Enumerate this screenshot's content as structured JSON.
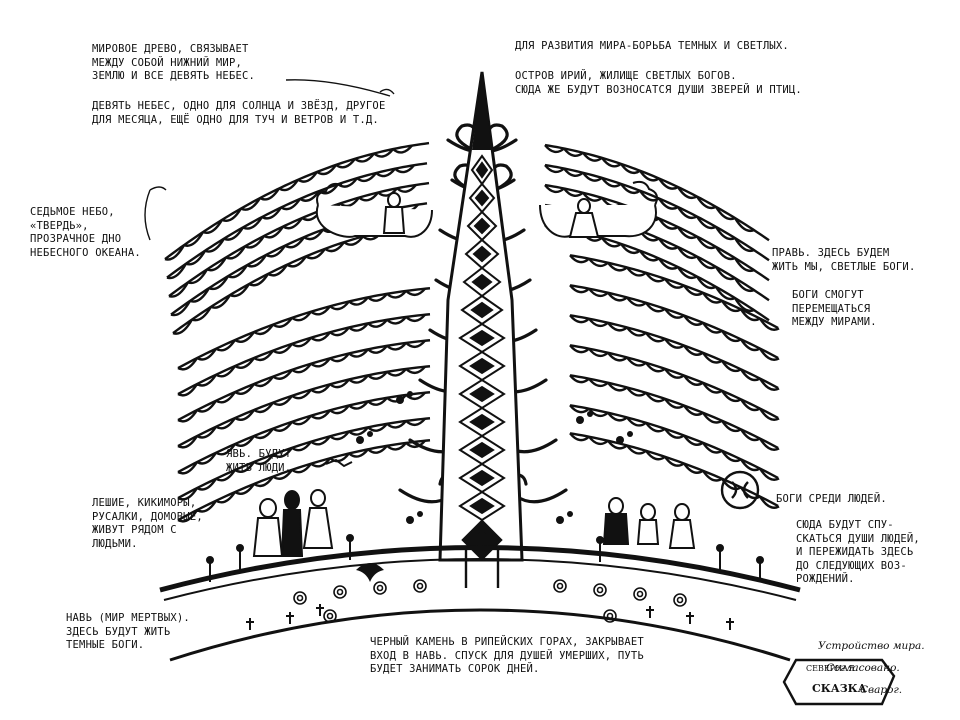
{
  "labels": {
    "world_tree": "Мировое древо, связывает\nмежду собой нижний мир,\nземлю и все девять небес.",
    "nine_skies": "Девять небес, одно для солнца и звёзд, другое\nдля месяца, ещё одно для туч и ветров и т.д.",
    "seventh_sky": "Седьмое небо,\n«твердь»,\nпрозрачное дно\nнебесного океана.",
    "struggle": "Для развития мира-борьба темных и светлых.",
    "iriy": "Остров Ирий, жилище светлых богов.\nСюда же будут возносатся души зверей и птиц.",
    "prav": "Правь. Здесь будем\nжить мы, светлые боги.",
    "gods_move": "Боги смогут\nперемещаться\nмежду мирами.",
    "yav": "Явь. Будут\nжить люди.",
    "spirits": "Лешие, кикиморы,\nрусалки, домовые,\nживут рядом с\nлюдьми.",
    "gods_people": "Боги среди людей.",
    "souls": "Сюда будут спу-\nскаться души людей,\nи пережидать здесь\nдо следующих воз-\nрождений.",
    "nav": "Навь (мир мертвых).\nЗдесь будут жить\nтемные боги.",
    "stone": "Черный камень в Рипейских горах, закрывает\nвход в Навь. Спуск для душей умерших, путь\nбудет занимать сорок дней."
  },
  "signature": {
    "line1": "Устройство мира.",
    "line2": "Согласовано.",
    "line3": "Сварог.",
    "stamp": "СКАЗКА",
    "stamp_top": "СЕВЕРНАЯ"
  }
}
